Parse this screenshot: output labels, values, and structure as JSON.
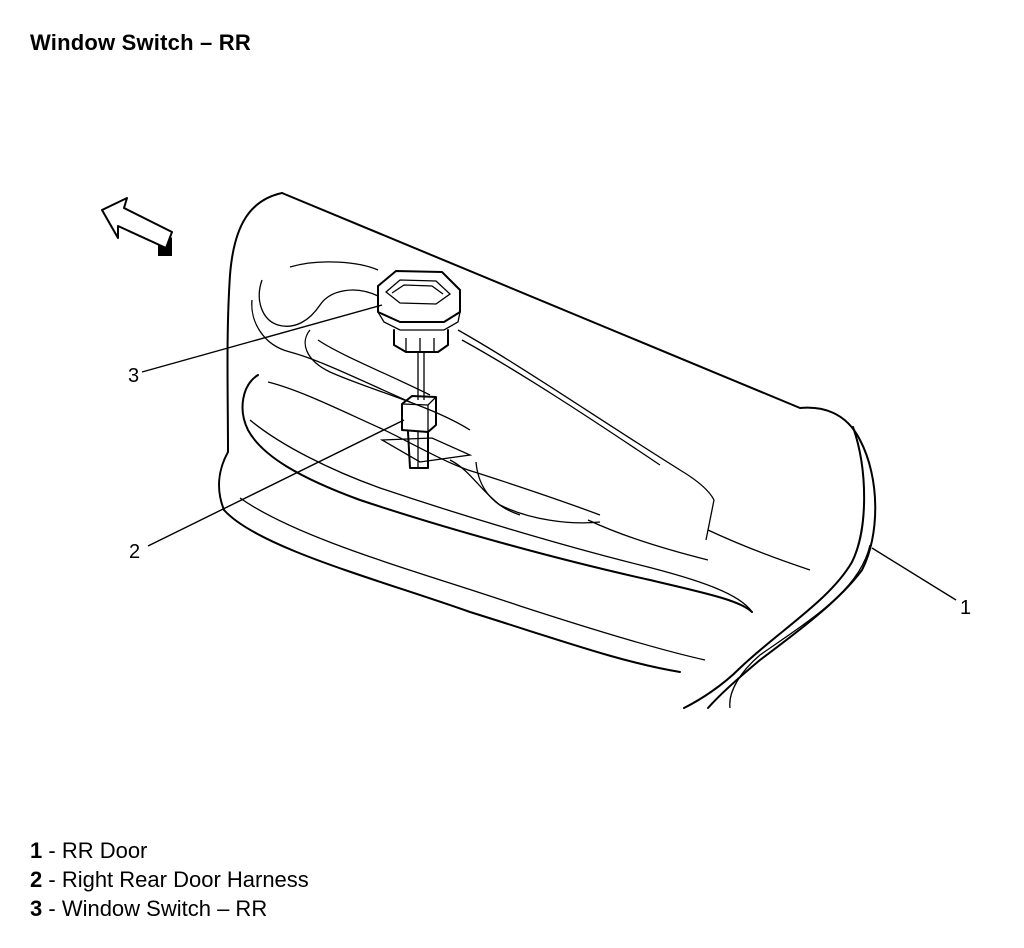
{
  "title": "Window Switch – RR",
  "callouts": [
    {
      "number": "1"
    },
    {
      "number": "2"
    },
    {
      "number": "3"
    }
  ],
  "legend": [
    {
      "number": "1",
      "separator": " - ",
      "text": "RR Door"
    },
    {
      "number": "2",
      "separator": " - ",
      "text": "Right Rear Door Harness"
    },
    {
      "number": "3",
      "separator": " - ",
      "text": "Window Switch – RR"
    }
  ]
}
